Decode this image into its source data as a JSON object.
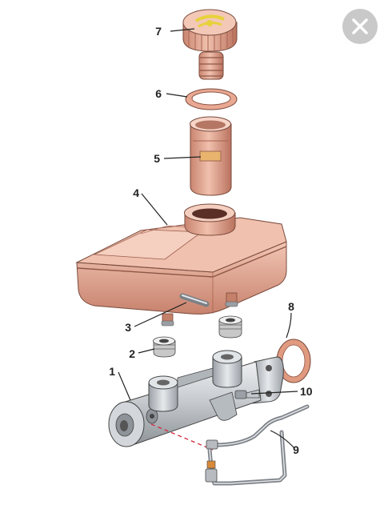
{
  "ui": {
    "close_icon": "close-icon",
    "close_button_color": "#c9c9c9"
  },
  "diagram": {
    "part_color": "#e2a793",
    "metal_color": "#c8ccd0",
    "callouts": [
      "1",
      "2",
      "3",
      "4",
      "5",
      "6",
      "7",
      "8",
      "9",
      "10"
    ]
  }
}
